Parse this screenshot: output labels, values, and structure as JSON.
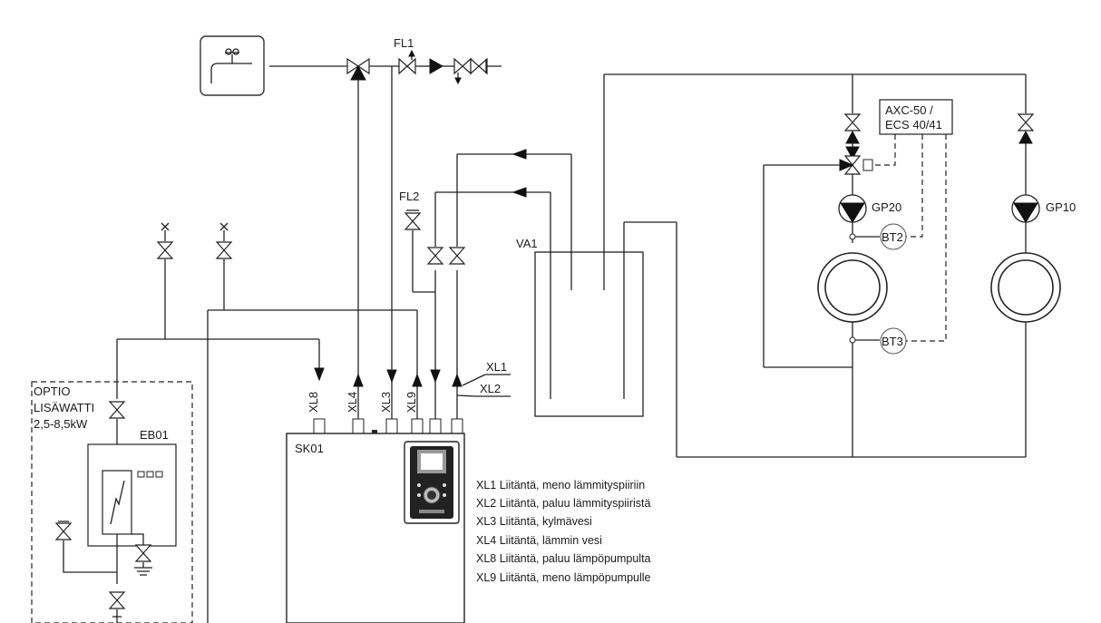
{
  "labels": {
    "fl1": "FL1",
    "fl2": "FL2",
    "va1": "VA1",
    "axc_line1": "AXC-50 /",
    "axc_line2": "ECS 40/41",
    "gp20": "GP20",
    "gp10": "GP10",
    "bt2": "BT2",
    "bt3": "BT3",
    "xl1": "XL1",
    "xl2": "XL2",
    "xl8": "XL8",
    "xl4": "XL4",
    "xl3": "XL3",
    "xl9": "XL9",
    "sk01": "SK01",
    "eb01": "EB01",
    "optio_line1": "OPTIO",
    "optio_line2": "LISÄWATTI",
    "optio_line3": "2,5-8,5kW"
  },
  "legend": [
    "XL1 Liitäntä, meno lämmityspiiriin",
    "XL2 Liitäntä, paluu lämmityspiiristä",
    "XL3 Liitäntä, kylmävesi",
    "XL4 Liitäntä, lämmin vesi",
    "XL8 Liitäntä, paluu lämpöpumpulta",
    "XL9 Liitäntä, meno lämpöpumpulle"
  ],
  "icons": {
    "tap": "water-tap-icon",
    "heater": "electric-heater-icon",
    "pump": "circulation-pump-icon",
    "valve": "shutoff-valve-icon"
  }
}
